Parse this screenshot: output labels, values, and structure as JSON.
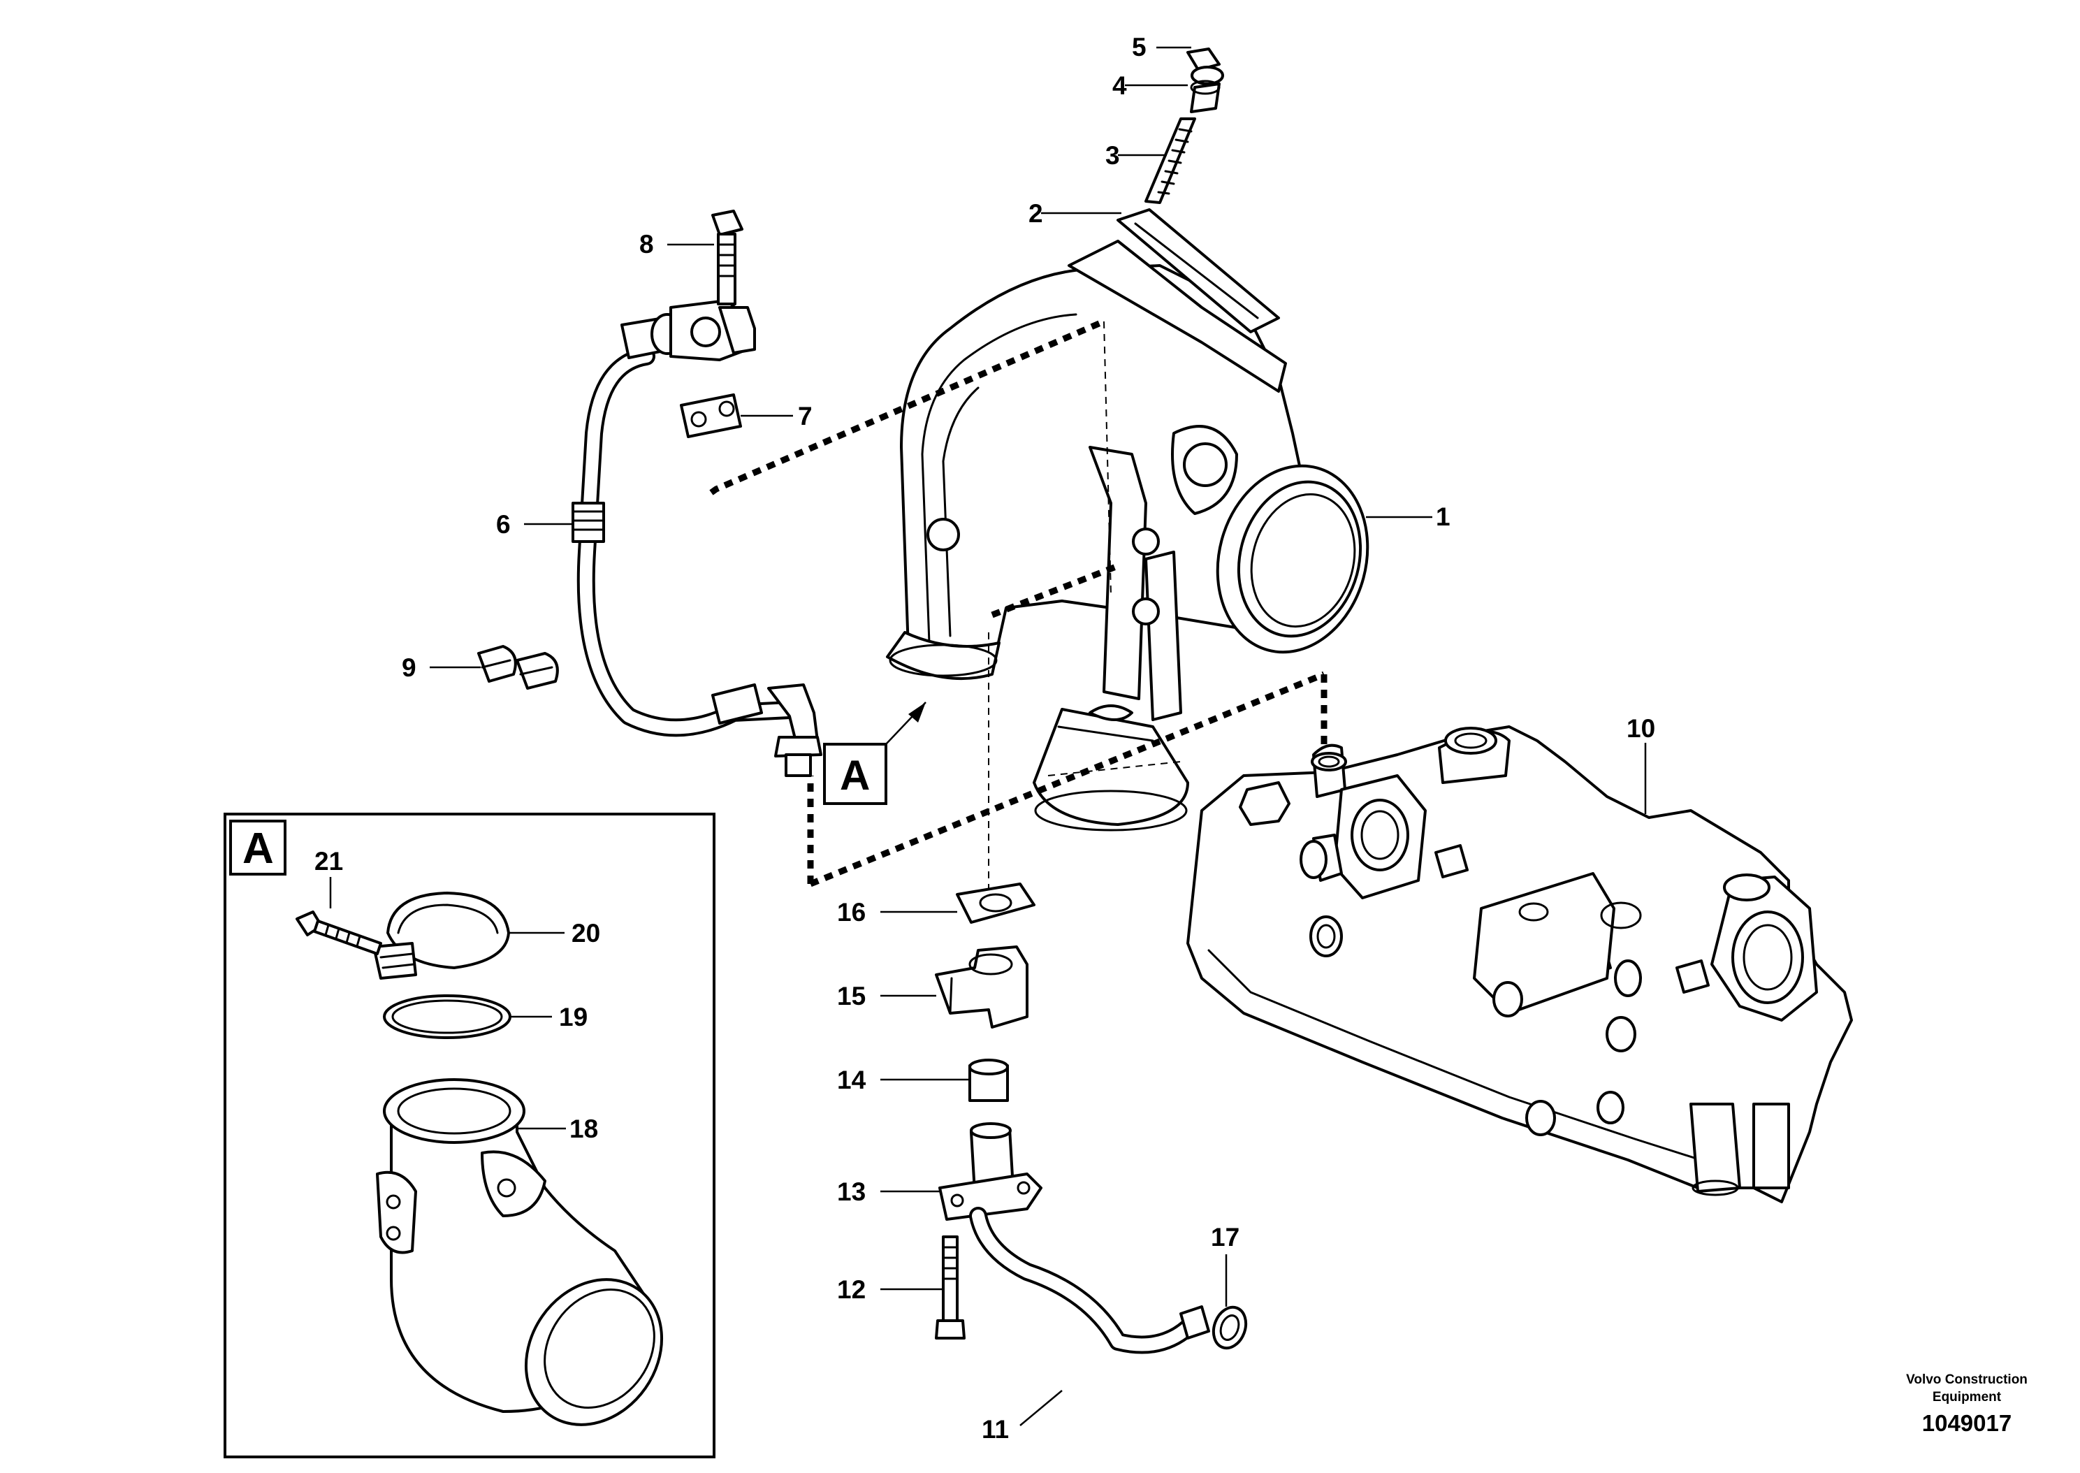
{
  "callouts": [
    {
      "num": "1"
    },
    {
      "num": "2"
    },
    {
      "num": "3"
    },
    {
      "num": "4"
    },
    {
      "num": "5"
    },
    {
      "num": "6"
    },
    {
      "num": "7"
    },
    {
      "num": "8"
    },
    {
      "num": "9"
    },
    {
      "num": "10"
    },
    {
      "num": "11"
    },
    {
      "num": "12"
    },
    {
      "num": "13"
    },
    {
      "num": "14"
    },
    {
      "num": "15"
    },
    {
      "num": "16"
    },
    {
      "num": "17"
    },
    {
      "num": "18"
    },
    {
      "num": "19"
    },
    {
      "num": "20"
    },
    {
      "num": "21"
    }
  ],
  "detail_ref": "A",
  "inset_label": "A",
  "brand_line1": "Volvo Construction",
  "brand_line2": "Equipment",
  "drawing_number": "1049017"
}
